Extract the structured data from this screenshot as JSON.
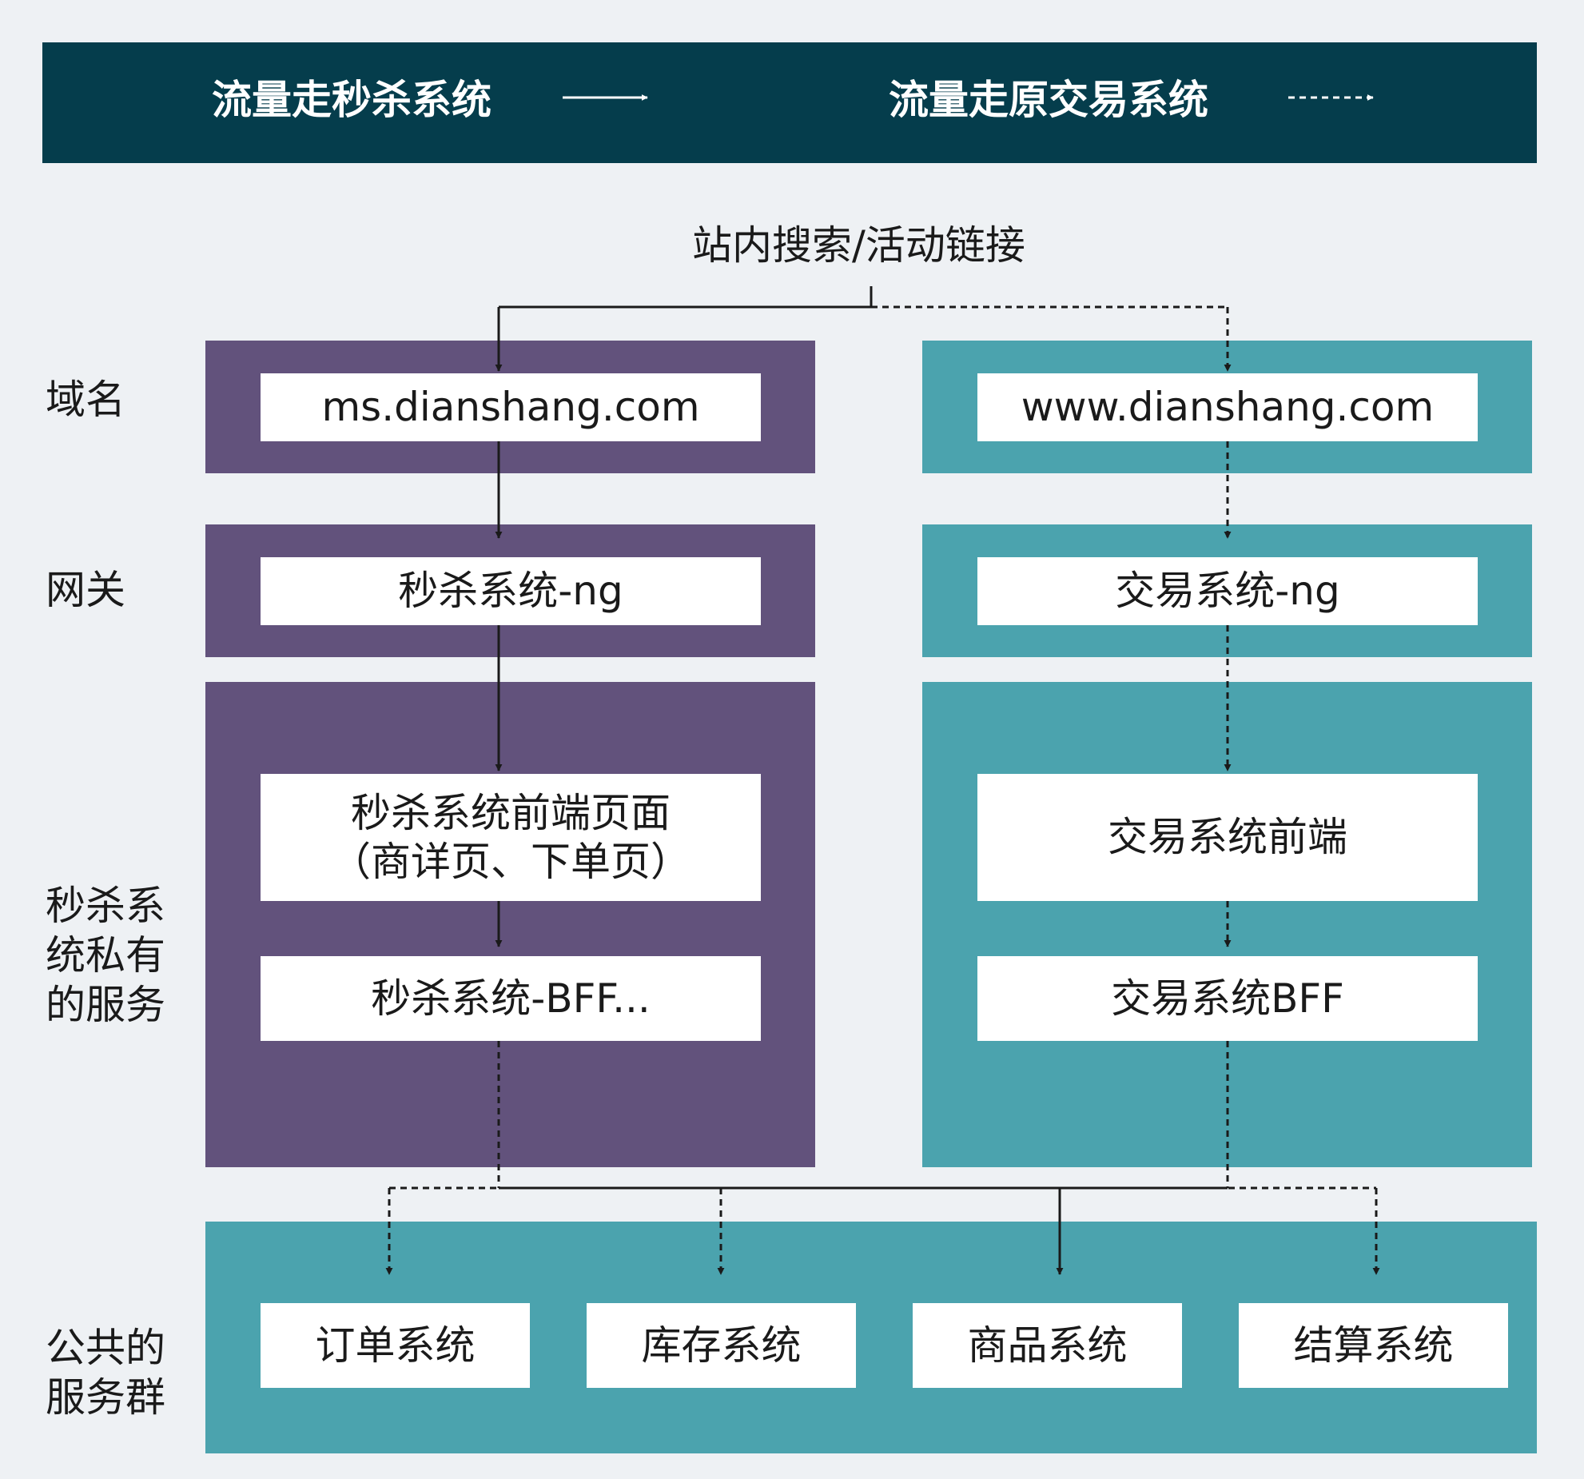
{
  "legend": {
    "seckill_flow_label": "流量走秒杀系统",
    "original_flow_label": "流量走原交易系统"
  },
  "entry": {
    "label": "站内搜索/活动链接"
  },
  "row_labels": {
    "domain": "域名",
    "gateway": "网关",
    "private_services": "秒杀系\n统私有\n的服务",
    "shared_services": "公共的\n服务群"
  },
  "seckill": {
    "domain": "ms.dianshang.com",
    "gateway": "秒杀系统-ng",
    "frontend": "秒杀系统前端页面\n（商详页、下单页）",
    "bff": "秒杀系统-BFF..."
  },
  "trade": {
    "domain": "www.dianshang.com",
    "gateway": "交易系统-ng",
    "frontend": "交易系统前端",
    "bff": "交易系统BFF"
  },
  "shared_services": [
    "订单系统",
    "库存系统",
    "商品系统",
    "结算系统"
  ],
  "colors": {
    "background": "#eef1f4",
    "legend_bar": "#053d4c",
    "seckill_panel": "#62527c",
    "trade_panel": "#4ba3ae",
    "shared_panel": "#4ba3ae",
    "node": "#ffffff",
    "line": "#1a1a1a"
  }
}
